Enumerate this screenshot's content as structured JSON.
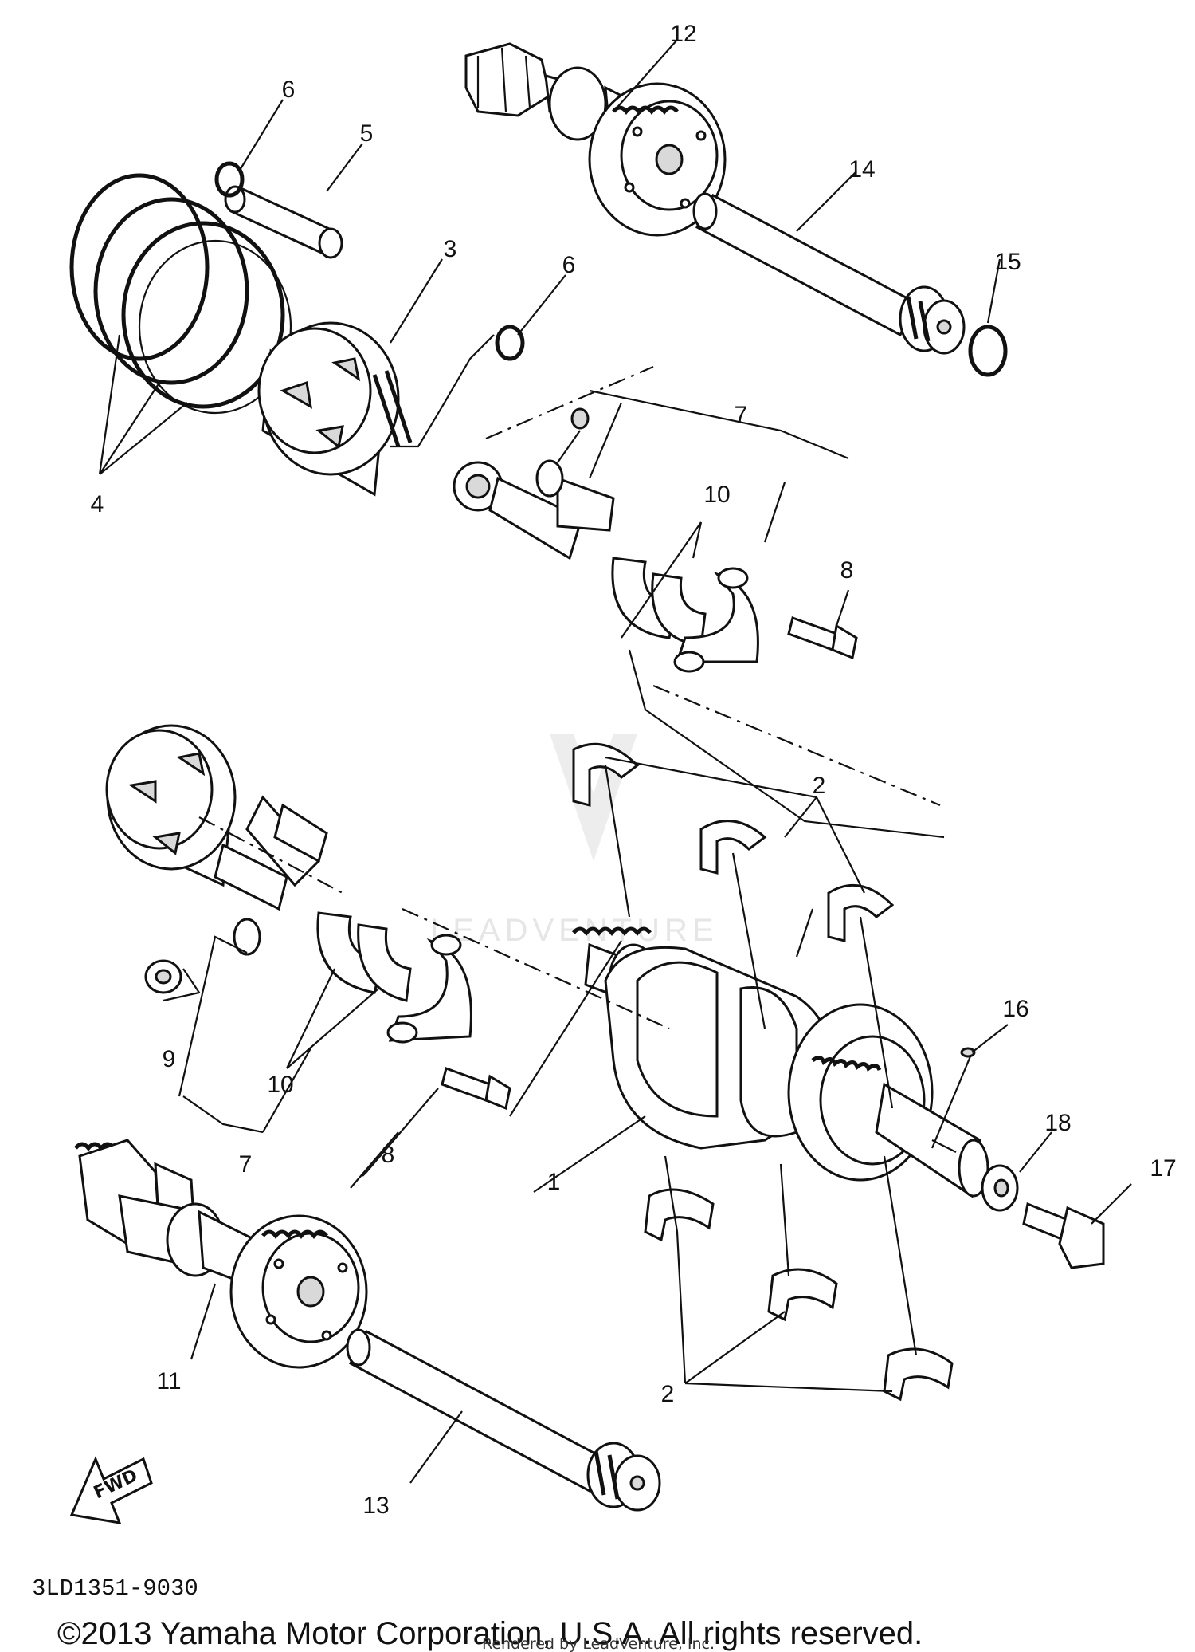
{
  "diagram": {
    "part_numbers": [
      "1",
      "2",
      "2",
      "3",
      "4",
      "5",
      "6",
      "6",
      "7",
      "7",
      "8",
      "8",
      "9",
      "10",
      "10",
      "11",
      "12",
      "13",
      "14",
      "15",
      "16",
      "17",
      "18"
    ],
    "drawing_code": "3LD1351-9030",
    "copyright": "©2013 Yamaha Motor Corporation, U.S.A. All rights reserved.",
    "rendered_by": "Rendered by LeadVenture, Inc.",
    "fwd_label": "FWD",
    "watermark": "LEADVENTURE"
  }
}
